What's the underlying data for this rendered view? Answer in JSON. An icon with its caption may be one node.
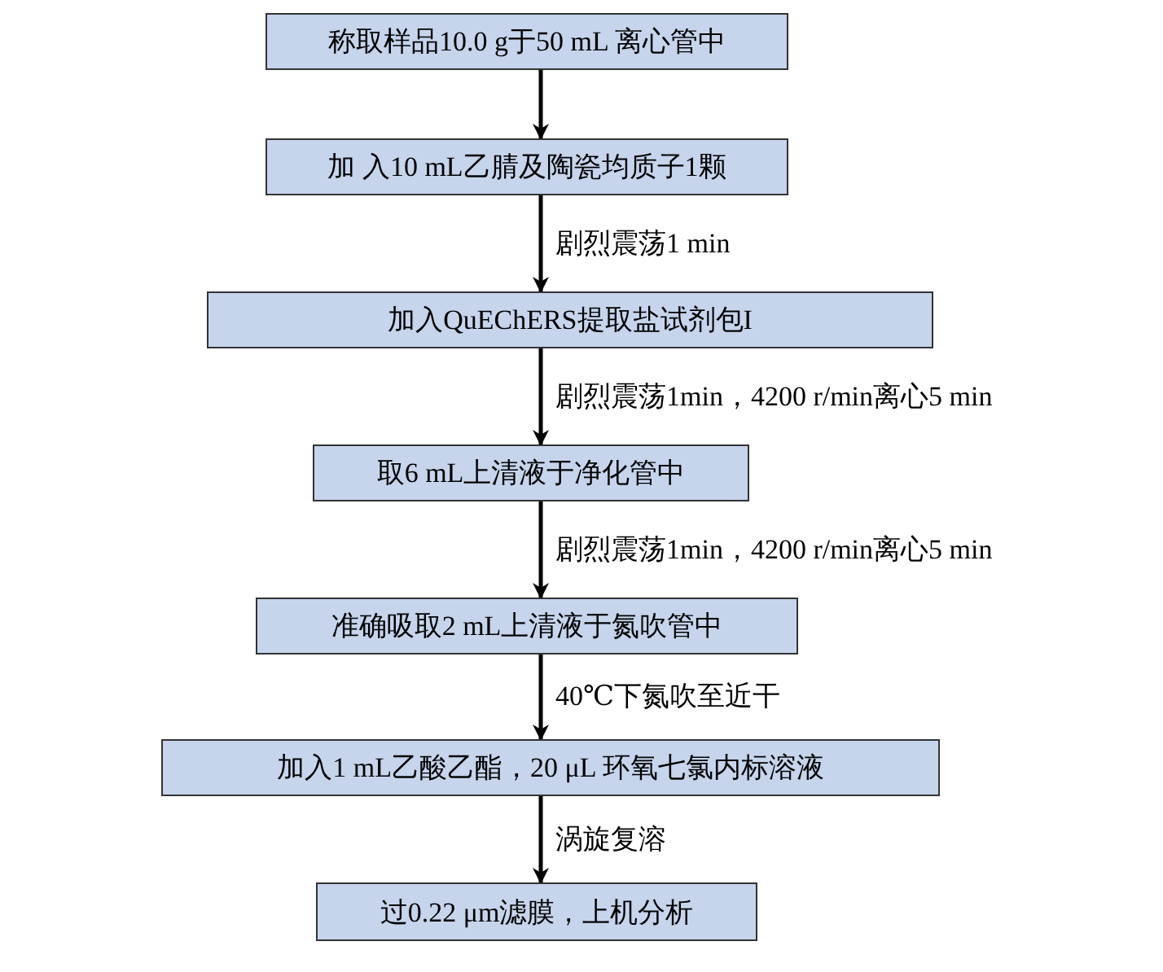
{
  "diagram": {
    "nodes": [
      {
        "text": [
          "称取样品10.0 g于50 mL 离心管中"
        ]
      },
      {
        "text": [
          "加 入10 mL乙腈及陶瓷均质子1颗"
        ]
      },
      {
        "text": [
          "加入QuEChERS提取盐试剂包I"
        ]
      },
      {
        "text": [
          "取6 mL上清液于净化管中"
        ]
      },
      {
        "text": [
          "准确吸取2 mL上清液于氮吹管中"
        ]
      },
      {
        "text": [
          "加入1 mL乙酸乙酯，20 μL 环氧七氯内标溶液"
        ]
      },
      {
        "text": [
          "过0.22 μm滤膜，上机分析"
        ]
      }
    ],
    "edges": [
      {
        "from": 0,
        "to": 1,
        "arrow": "to"
      },
      {
        "from": 1,
        "to": 2,
        "arrow": "to",
        "label": "剧烈震荡1 min"
      },
      {
        "from": 2,
        "to": 3,
        "arrow": "to",
        "label": "剧烈震荡1min，4200 r/min离心5 min"
      },
      {
        "from": 3,
        "to": 4,
        "arrow": "to",
        "label": "剧烈震荡1min，4200 r/min离心5 min"
      },
      {
        "from": 4,
        "to": 5,
        "arrow": "to",
        "label": "40℃下氮吹至近干"
      },
      {
        "from": 5,
        "to": 6,
        "arrow": "to",
        "label": "涡旋复溶"
      }
    ]
  }
}
